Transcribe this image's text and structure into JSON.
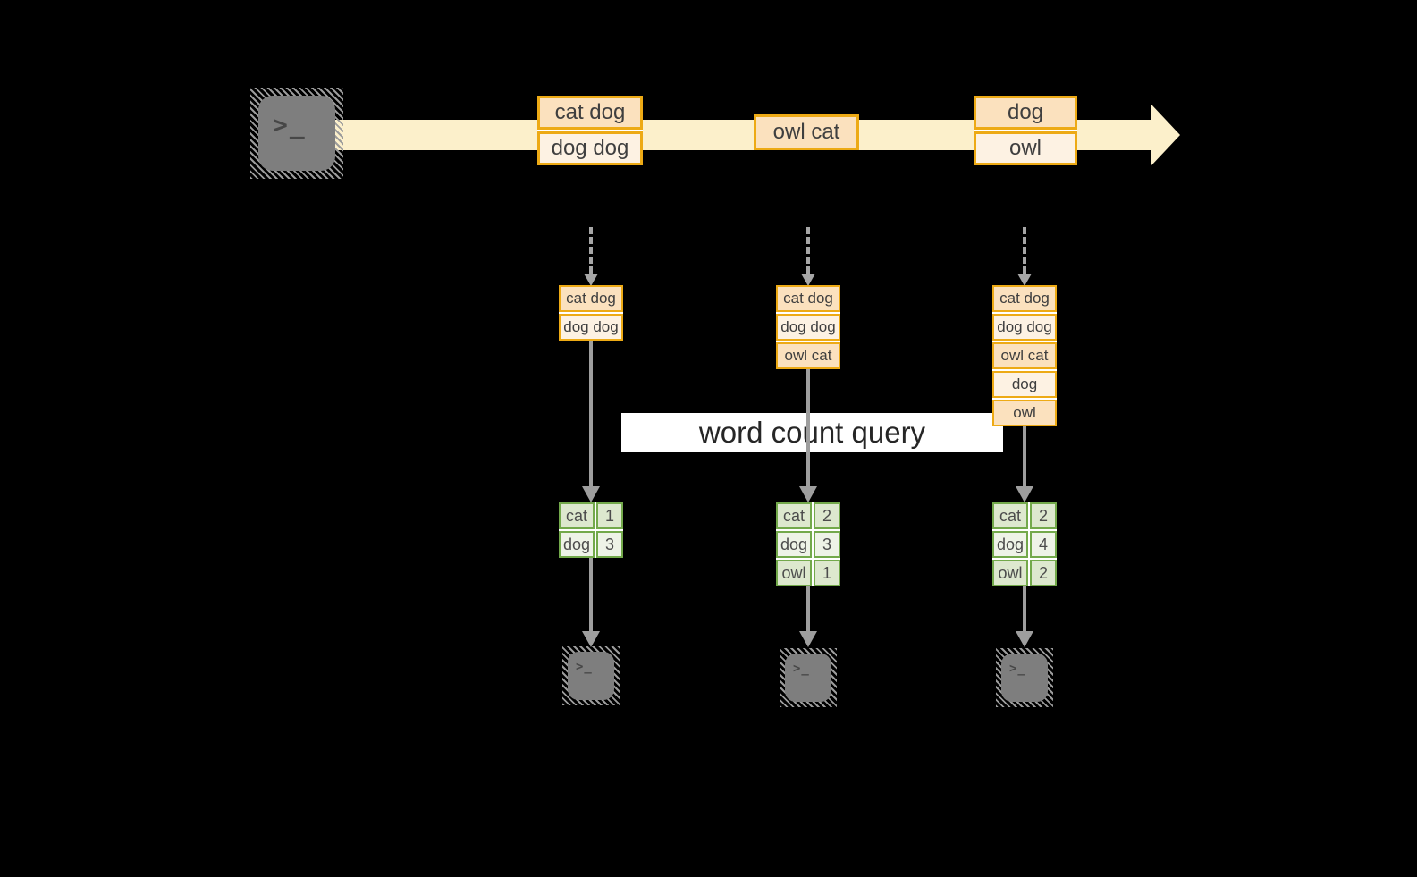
{
  "query_label": "word count query",
  "terminal_prompt": ">_",
  "stream_events": [
    {
      "rows": [
        "cat dog",
        "dog dog"
      ]
    },
    {
      "rows": [
        "owl cat"
      ]
    },
    {
      "rows": [
        "dog",
        "owl"
      ]
    }
  ],
  "stacks": [
    {
      "rows": [
        "cat dog",
        "dog dog"
      ]
    },
    {
      "rows": [
        "cat dog",
        "dog dog",
        "owl cat"
      ]
    },
    {
      "rows": [
        "cat dog",
        "dog dog",
        "owl cat",
        "dog",
        "owl"
      ]
    }
  ],
  "count_tables": [
    {
      "rows": [
        {
          "word": "cat",
          "count": "1"
        },
        {
          "word": "dog",
          "count": "3"
        }
      ]
    },
    {
      "rows": [
        {
          "word": "cat",
          "count": "2"
        },
        {
          "word": "dog",
          "count": "3"
        },
        {
          "word": "owl",
          "count": "1"
        }
      ]
    },
    {
      "rows": [
        {
          "word": "cat",
          "count": "2"
        },
        {
          "word": "dog",
          "count": "4"
        },
        {
          "word": "owl",
          "count": "2"
        }
      ]
    }
  ],
  "colors": {
    "orange_border": "#edaa15",
    "peach_dark": "#fbe1be",
    "peach_light": "#fdf2e3",
    "stream_band": "#fcf0cb",
    "green_border": "#73a94b",
    "green_cell_dark": "#dde8ce",
    "green_cell_light": "#eef3e7",
    "arrow_gray": "#9e9e9e",
    "terminal_gray": "#7e7e7e",
    "query_band_bg": "#ffffff",
    "background": "#000000"
  }
}
